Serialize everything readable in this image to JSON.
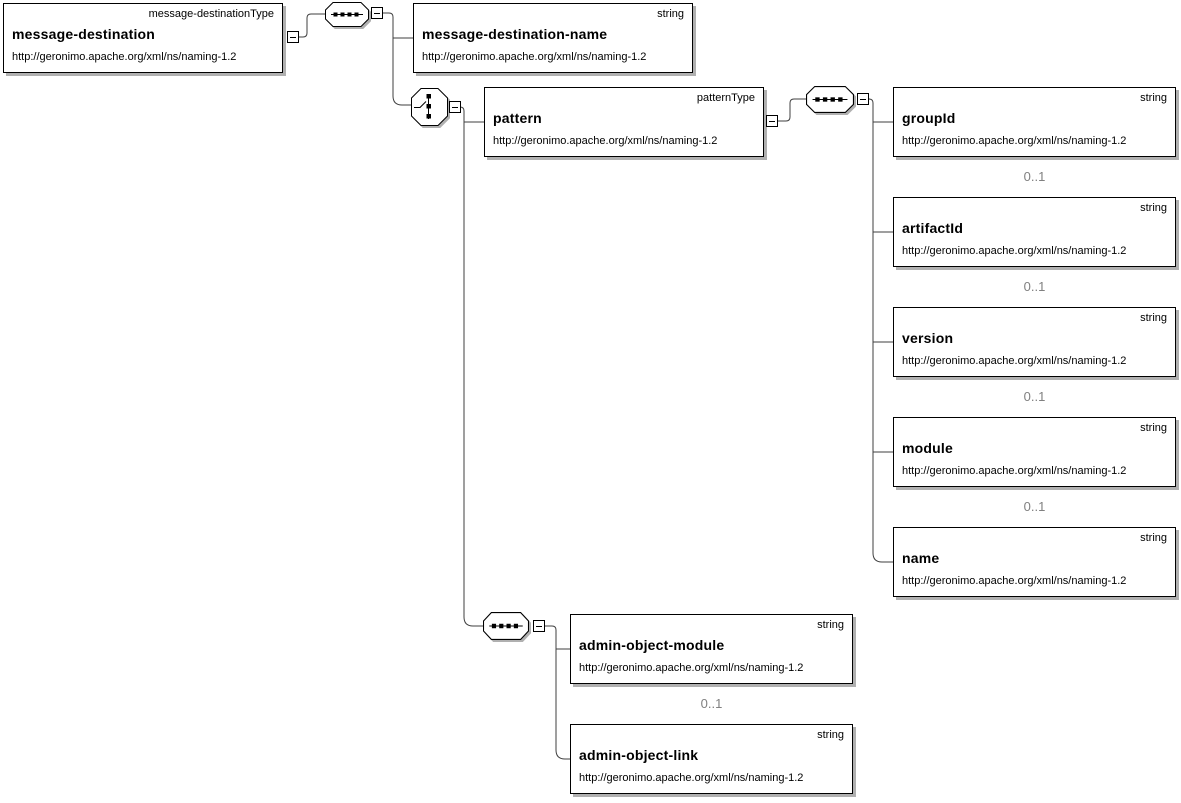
{
  "diagram": {
    "kind": "xml-schema-content-model",
    "namespace": "http://geronimo.apache.org/xml/ns/naming-1.2"
  },
  "colors": {
    "background": "#ffffff",
    "box_border": "#000000",
    "box_shadow": "#b0b0b0",
    "connector_line": "#3f3f3f",
    "cardinality_text": "#808080"
  },
  "compositors": [
    {
      "kind": "sequence",
      "icon": "sequence-icon"
    },
    {
      "kind": "choice",
      "icon": "choice-icon"
    },
    {
      "kind": "sequence",
      "icon": "sequence-icon"
    },
    {
      "kind": "sequence",
      "icon": "sequence-icon"
    }
  ],
  "nodes": [
    {
      "title": "message-destination",
      "type_label": "message-destinationType",
      "namespace": "http://geronimo.apache.org/xml/ns/naming-1.2"
    },
    {
      "title": "message-destination-name",
      "type_label": "string",
      "namespace": "http://geronimo.apache.org/xml/ns/naming-1.2"
    },
    {
      "title": "pattern",
      "type_label": "patternType",
      "namespace": "http://geronimo.apache.org/xml/ns/naming-1.2"
    },
    {
      "title": "groupId",
      "type_label": "string",
      "namespace": "http://geronimo.apache.org/xml/ns/naming-1.2",
      "cardinality": "0..1"
    },
    {
      "title": "artifactId",
      "type_label": "string",
      "namespace": "http://geronimo.apache.org/xml/ns/naming-1.2",
      "cardinality": "0..1"
    },
    {
      "title": "version",
      "type_label": "string",
      "namespace": "http://geronimo.apache.org/xml/ns/naming-1.2",
      "cardinality": "0..1"
    },
    {
      "title": "module",
      "type_label": "string",
      "namespace": "http://geronimo.apache.org/xml/ns/naming-1.2",
      "cardinality": "0..1"
    },
    {
      "title": "name",
      "type_label": "string",
      "namespace": "http://geronimo.apache.org/xml/ns/naming-1.2"
    },
    {
      "title": "admin-object-module",
      "type_label": "string",
      "namespace": "http://geronimo.apache.org/xml/ns/naming-1.2",
      "cardinality": "0..1"
    },
    {
      "title": "admin-object-link",
      "type_label": "string",
      "namespace": "http://geronimo.apache.org/xml/ns/naming-1.2"
    }
  ]
}
